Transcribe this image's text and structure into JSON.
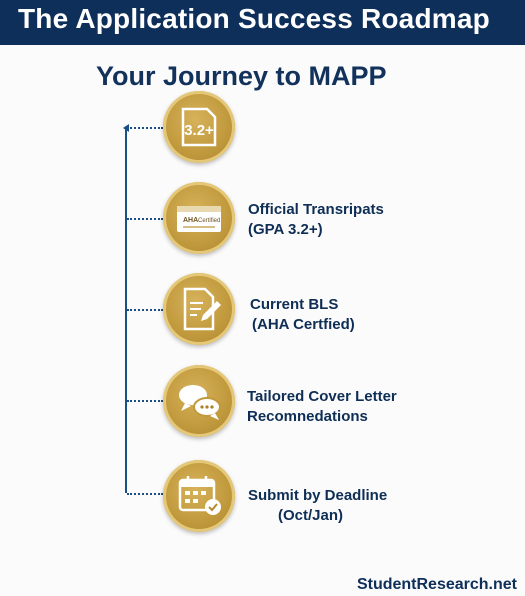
{
  "header": {
    "title": "The Application Success Roadmap"
  },
  "subtitle": "Your Journey to MAPP",
  "steps": [
    {
      "icon": "gpa-document-icon",
      "line1": "",
      "line2": "",
      "badge": "3.2+"
    },
    {
      "icon": "aha-certificate-icon",
      "line1": "Official Transripats",
      "line2": "(GPA 3.2+)"
    },
    {
      "icon": "signing-document-icon",
      "line1": "Current BLS",
      "line2": "(AHA Certfied)"
    },
    {
      "icon": "chat-bubbles-icon",
      "line1": "Tailored Cover Letter",
      "line2": "Recomnedations"
    },
    {
      "icon": "calendar-check-icon",
      "line1": "Submit by Deadline",
      "line2": "(Oct/Jan)"
    }
  ],
  "icon_text": {
    "aha": "AHA",
    "certified": "Certified"
  },
  "footer": "StudentResearch.net",
  "colors": {
    "navy": "#0d2f5a",
    "gold": "#c29a3e",
    "line": "#1a4e86"
  }
}
